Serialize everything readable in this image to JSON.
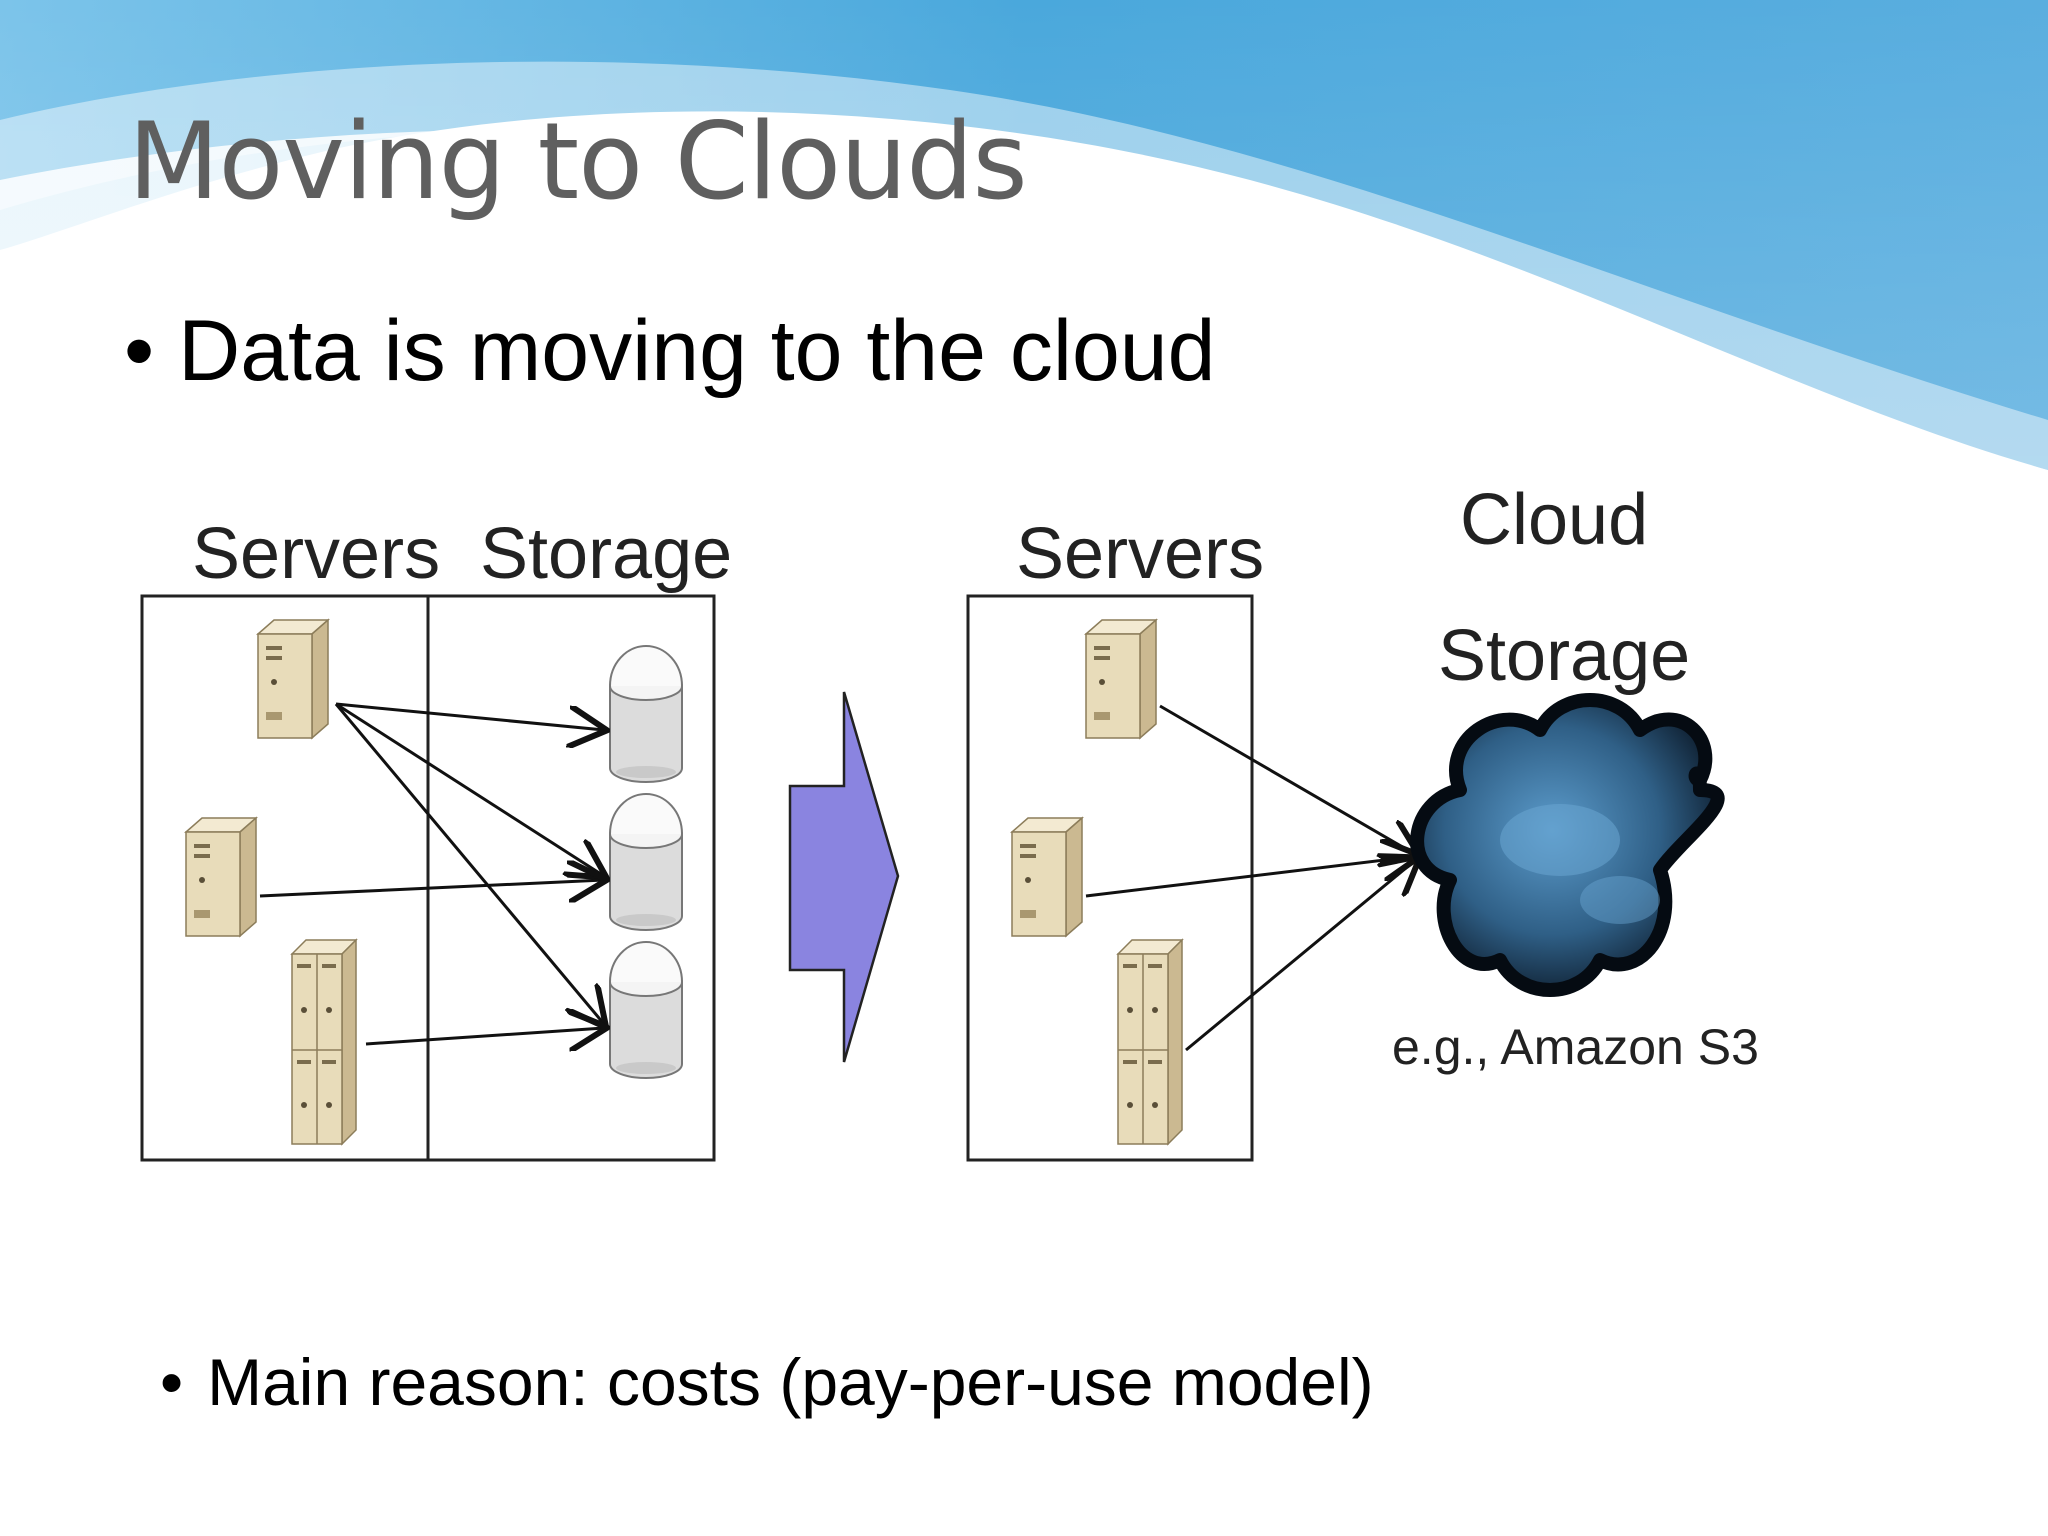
{
  "slide": {
    "title": "Moving to Clouds",
    "bullet_1": "Data is moving to the cloud",
    "bullet_2": "Main reason: costs (pay-per-use model)",
    "bullet_symbol": "•"
  },
  "diagram": {
    "left_panel": {
      "servers_label": "Servers",
      "storage_label": "Storage"
    },
    "right_panel": {
      "servers_label": "Servers",
      "cloud_label_line1": "Cloud",
      "cloud_label_line2": "Storage",
      "cloud_example": "e.g., Amazon S3"
    },
    "icons": [
      "server-icon",
      "storage-disk-icon",
      "transition-arrow-icon",
      "cloud-icon"
    ],
    "colors": {
      "arrow_fill": "#8a84e0",
      "cloud_fill": "#2f5f86",
      "wave_blue": "#4aa8dc"
    }
  }
}
